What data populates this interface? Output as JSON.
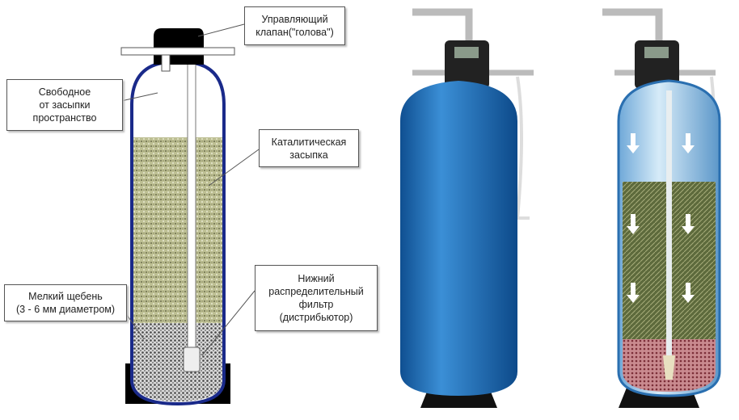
{
  "labels": {
    "valve": [
      "Управляющий",
      "клапан(\"голова\")"
    ],
    "free_space": [
      "Свободное",
      "от засыпки",
      "пространство"
    ],
    "catalytic": [
      "Каталитическая",
      "засыпка"
    ],
    "distributor": [
      "Нижний",
      "распределительный",
      "фильтр",
      "(дистрибьютор)"
    ],
    "gravel": [
      "Мелкий щебень",
      "(3 - 6 мм диаметром)"
    ]
  },
  "colors": {
    "tank_blue": "#1f6fb5",
    "outline": "#1a2a8a",
    "media": "#b7b98a",
    "gravel": "#8a8a8a"
  }
}
